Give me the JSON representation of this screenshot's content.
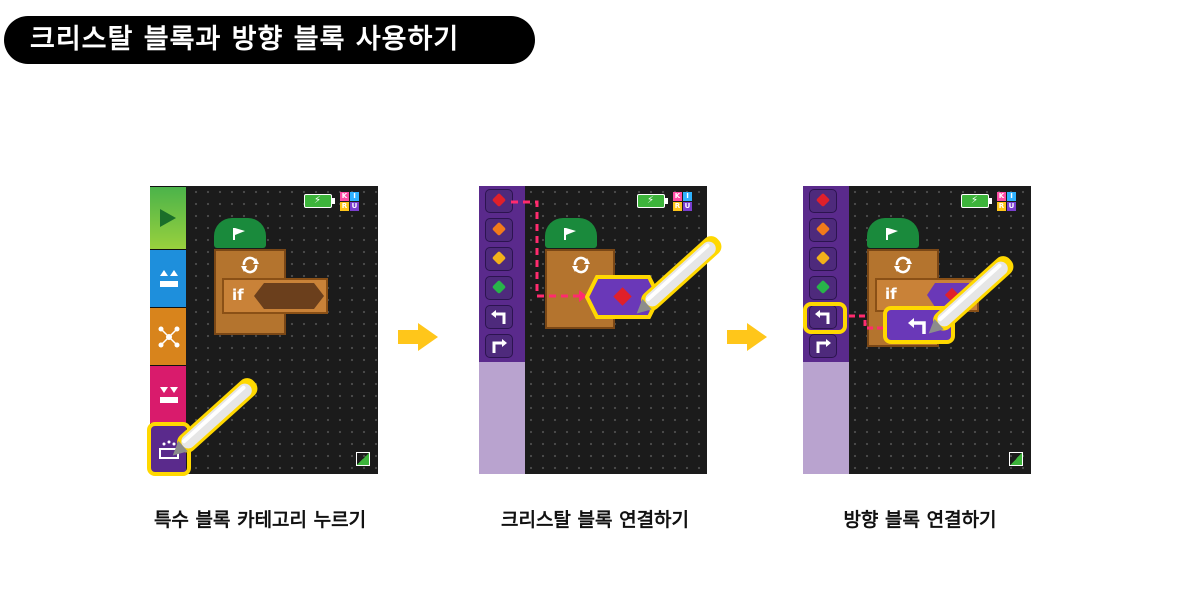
{
  "title": "크리스탈 블록과 방향 블록 사용하기",
  "colors": {
    "highlight": "#ffd800",
    "arrow": "#ffc61a",
    "guide_line": "#ff2b6e",
    "special_palette": "#4e2a7c",
    "palette_empty": "#b9a3cf",
    "event_block": "#1a8a3c",
    "control_block": "#b4742e"
  },
  "steps": [
    {
      "caption": "특수 블록 카테고리 누르기",
      "categories": [
        "play-icon",
        "stack-up-icon",
        "network-icon",
        "stack-down-icon",
        "special-icon"
      ],
      "selected_category": "special-icon",
      "blocks": [
        "flag-block",
        "loop-block",
        "if-block"
      ],
      "if_label": "if"
    },
    {
      "caption": "크리스탈 블록 연결하기",
      "palette_items": [
        "red-crystal-icon",
        "orange-crystal-icon",
        "yellow-crystal-icon",
        "green-crystal-icon",
        "turn-left-icon",
        "turn-right-icon"
      ],
      "blocks": [
        "flag-block",
        "loop-block",
        "red-crystal-block"
      ],
      "dragged_item": "red-crystal-block"
    },
    {
      "caption": "방향 블록 연결하기",
      "palette_items": [
        "red-crystal-icon",
        "orange-crystal-icon",
        "yellow-crystal-icon",
        "green-crystal-icon",
        "turn-left-icon",
        "turn-right-icon"
      ],
      "blocks": [
        "flag-block",
        "loop-block",
        "if-block",
        "turn-left-block"
      ],
      "if_label": "if",
      "dragged_item": "turn-left-block"
    }
  ],
  "logo": [
    "K",
    "I",
    "R",
    "U"
  ]
}
